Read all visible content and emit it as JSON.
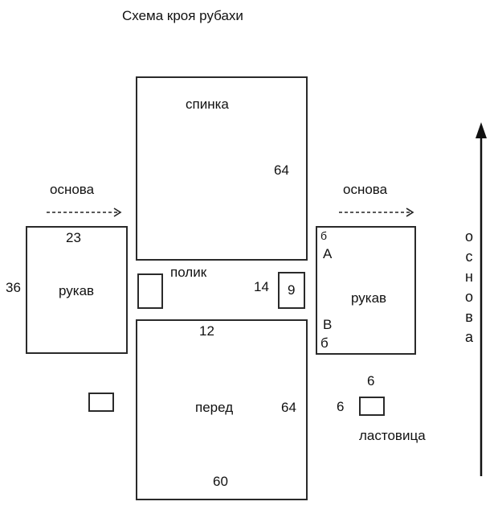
{
  "title": "Схема кроя рубахи",
  "grain_label": "основа",
  "grain_vertical_letters": [
    "о",
    "с",
    "н",
    "о",
    "в",
    "а"
  ],
  "pieces": {
    "back": {
      "name": "спинка",
      "length": "64"
    },
    "front": {
      "name": "перед",
      "length": "64",
      "width": "60",
      "slit": "12"
    },
    "left_sleeve": {
      "name": "рукав",
      "width": "23",
      "length": "36"
    },
    "right_sleeve": {
      "name": "рукав",
      "top_mark": "б",
      "point_a": "А",
      "point_b": "В",
      "bottom_mark": "б"
    },
    "polik": {
      "name": "полик",
      "length": "14",
      "width": "9"
    },
    "gusset": {
      "name": "ластовица",
      "width": "6",
      "height": "6"
    }
  }
}
